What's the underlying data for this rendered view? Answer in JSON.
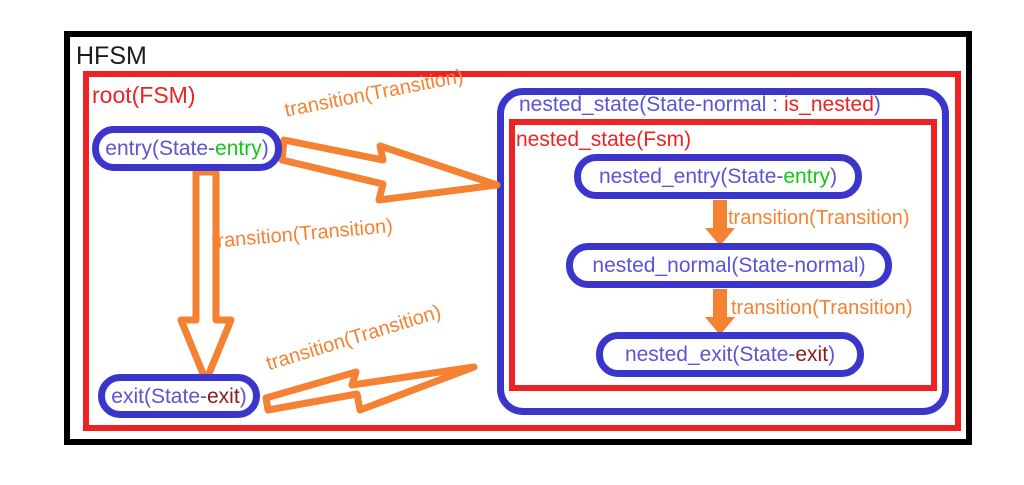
{
  "diagram": {
    "type": "hierarchical-state-machine",
    "title": "HFSM",
    "colors": {
      "outer_frame": "#000000",
      "fsm_frame": "#ee2222",
      "state_border": "#3b35cc",
      "state_text": "#5a54d6",
      "transition": "#f58233",
      "entry_accent": "#14c814",
      "exit_accent": "#8b1a1a",
      "background": "#ffffff"
    }
  },
  "containers": {
    "hfsm": {
      "label": "HFSM"
    },
    "root": {
      "label": "root(FSM)"
    },
    "nested_outer": {
      "label_prefix": "nested_state(State-normal : ",
      "label_accent": "is_nested",
      "label_suffix": ")"
    },
    "nested_inner": {
      "label": "nested_state(Fsm)"
    }
  },
  "states": [
    {
      "id": "entry",
      "label_prefix": "entry(State-",
      "label_accent": "entry",
      "label_suffix": ")",
      "accent_kind": "entry"
    },
    {
      "id": "exit",
      "label_prefix": "exit(State-",
      "label_accent": "exit",
      "label_suffix": ")",
      "accent_kind": "exit"
    },
    {
      "id": "nested_entry",
      "label_prefix": "nested_entry(State-",
      "label_accent": "entry",
      "label_suffix": ")",
      "accent_kind": "entry"
    },
    {
      "id": "nested_normal",
      "label_prefix": "nested_normal(State-normal",
      "label_accent": "",
      "label_suffix": ")",
      "accent_kind": "none"
    },
    {
      "id": "nested_exit",
      "label_prefix": "nested_exit(State-",
      "label_accent": "exit",
      "label_suffix": ")",
      "accent_kind": "exit"
    }
  ],
  "transitions": [
    {
      "id": "entry-to-nested",
      "label": "transition(Transition)",
      "from": "entry",
      "to": "nested_state",
      "style": "hollow"
    },
    {
      "id": "entry-to-exit",
      "label": "transition(Transition)",
      "from": "entry",
      "to": "exit",
      "style": "hollow"
    },
    {
      "id": "nested-to-exit",
      "label": "transition(Transition)",
      "from": "nested_state",
      "to": "exit",
      "style": "hollow"
    },
    {
      "id": "nentry-to-nnormal",
      "label": "transition(Transition)",
      "from": "nested_entry",
      "to": "nested_normal",
      "style": "solid"
    },
    {
      "id": "nnormal-to-nexit",
      "label": "transition(Transition)",
      "from": "nested_normal",
      "to": "nested_exit",
      "style": "solid"
    }
  ]
}
